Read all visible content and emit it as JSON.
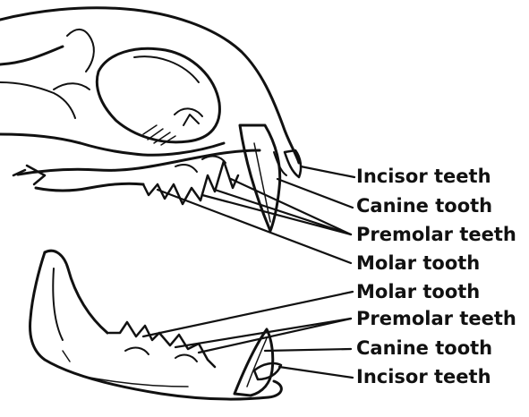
{
  "diagram": {
    "upper_labels": {
      "incisor": "Incisor teeth",
      "canine": "Canine tooth",
      "premolar": "Premolar teeth",
      "molar": "Molar tooth"
    },
    "lower_labels": {
      "molar": "Molar tooth",
      "premolar": "Premolar teeth",
      "canine": "Canine tooth",
      "incisor": "Incisor teeth"
    },
    "colors": {
      "ink": "#111111",
      "background": "#ffffff"
    }
  }
}
